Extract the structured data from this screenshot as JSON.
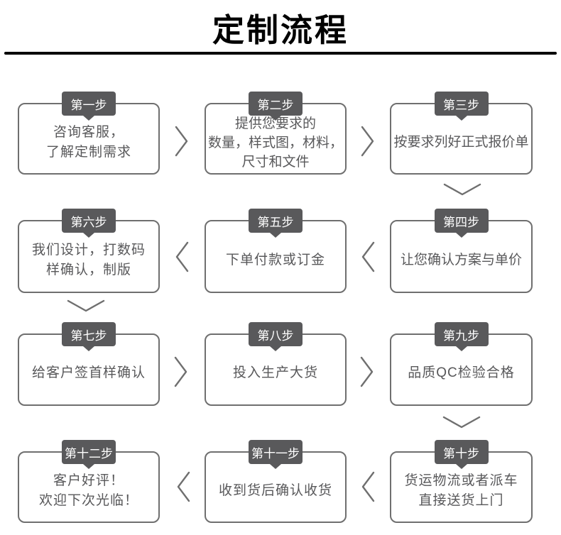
{
  "title": "定制流程",
  "steps": [
    {
      "label": "第一步",
      "lines": [
        "咨询客服，",
        "了解定制需求"
      ]
    },
    {
      "label": "第二步",
      "lines": [
        "提供您要求的",
        "数量，样式图，材料，",
        "尺寸和文件"
      ]
    },
    {
      "label": "第三步",
      "lines": [
        "按要求列好正式报价单"
      ]
    },
    {
      "label": "第四步",
      "lines": [
        "让您确认方案与单价"
      ]
    },
    {
      "label": "第五步",
      "lines": [
        "下单付款或订金"
      ]
    },
    {
      "label": "第六步",
      "lines": [
        "我们设计，打数码",
        "样确认，制版"
      ]
    },
    {
      "label": "第七步",
      "lines": [
        "给客户签首样确认"
      ]
    },
    {
      "label": "第八步",
      "lines": [
        "投入生产大货"
      ]
    },
    {
      "label": "第九步",
      "lines": [
        "品质QC检验合格"
      ]
    },
    {
      "label": "第十步",
      "lines": [
        "货运物流或者派车",
        "直接送货上门"
      ]
    },
    {
      "label": "第十一步",
      "lines": [
        "收到货后确认收货"
      ]
    },
    {
      "label": "第十二步",
      "lines": [
        "客户好评！",
        "欢迎下次光临！"
      ]
    }
  ],
  "colors": {
    "tab_bg": "#59595b",
    "box_border": "#6f6f6f",
    "text": "#58585a",
    "arrow": "#6f6f6f",
    "title": "#000000"
  }
}
